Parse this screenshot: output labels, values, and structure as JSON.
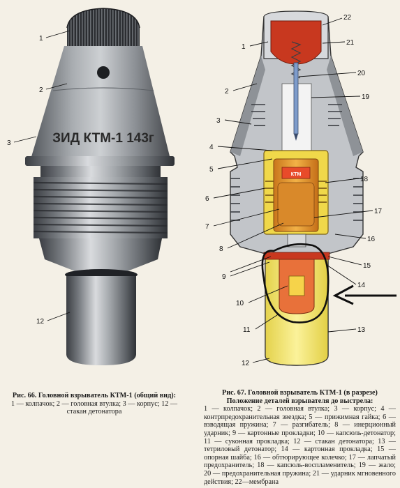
{
  "figure66": {
    "stamp": "ЗИД  КТМ-1  143г",
    "labels": [
      "1",
      "2",
      "3",
      "12"
    ],
    "caption_title": "Рис. 66. Головной взрыватель КТМ-1 (общий вид):",
    "caption_body": "1 — колпачок; 2 — головная втулка; 3 — корпус; 12 — стакан детонатора"
  },
  "figure67": {
    "inner_tag": "КТМ",
    "labels_left": [
      "1",
      "2",
      "3",
      "4",
      "5",
      "6",
      "7",
      "8",
      "9",
      "10",
      "11",
      "12"
    ],
    "labels_right": [
      "22",
      "21",
      "20",
      "19",
      "18",
      "17",
      "16",
      "15",
      "14",
      "13"
    ],
    "caption_title": "Рис. 67. Головной взрыватель КТМ-1 (в разрезе)",
    "caption_subtitle": "Положение деталей взрывателя до выстрела:",
    "caption_body": "1 — колпачок; 2 — головная втулка; 3 — корпус; 4 — контрпредохранительная звездка; 5 — прижимная гайка; 6 — взводящая пружина; 7 — разгибатель; 8 — инерционный ударник; 9 — картонные прокладки; 10 — капсюль-детонатор; 11 — суконная прокладка; 12 — стакан детонатора; 13 — тетриловый детонатор; 14 — картонная прокладка; 15 — опорная шайба; 16 — обтюрирующее колечко; 17 — лапчатый предохранитель; 18 — капсюль-воспламенитель; 19 — жало; 20 — предохранительная пружина; 21 — ударник мгновенного действия; 22—мембрана"
  },
  "colors": {
    "metal_dark": "#3a3d42",
    "metal_mid": "#8d9196",
    "metal_light": "#d7d9dc",
    "section_gray": "#b9bcc0",
    "cap_red": "#c8381f",
    "insert_orange": "#e8a23a",
    "detonator_yellow": "#f2e46a",
    "annotation": "#111111"
  }
}
